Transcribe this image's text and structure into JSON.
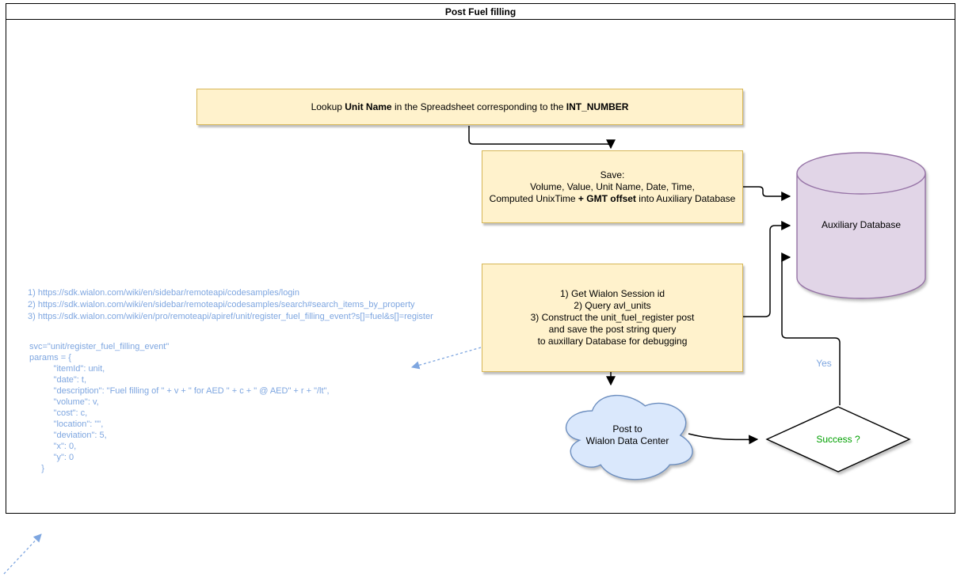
{
  "title": "Post Fuel filling",
  "colors": {
    "process_fill": "#fff2cc",
    "process_border": "#d6b656",
    "database_fill": "#e1d5e7",
    "database_border": "#9673a6",
    "cloud_fill": "#dae8fc",
    "cloud_border": "#6c8ebf",
    "annotation_blue": "#7ea6e0",
    "success_green": "#00a000",
    "connector_black": "#000000"
  },
  "boxes": {
    "lookup": {
      "pre": "Lookup ",
      "bold1": "Unit Name",
      "mid": " in the Spreadsheet corresponding to the ",
      "bold2": "INT_NUMBER"
    },
    "save": {
      "line1": "Save:",
      "line2": "Volume, Value, Unit Name, Date, Time,",
      "line3_pre": "Computed UnixTime ",
      "line3_bold": "+ GMT offset",
      "line3_post": " into Auxiliary Database"
    },
    "wialon_steps": {
      "text": "1) Get Wialon Session id\n2) Query avl_units\n3) Construct the unit_fuel_register post\nand save the post string query\nto auxillary Database for debugging"
    }
  },
  "database": {
    "label": "Auxiliary Database"
  },
  "cloud": {
    "text": "Post to\nWialon Data Center"
  },
  "decision": {
    "label": "Success ?",
    "yes_label": "Yes"
  },
  "links": {
    "items": [
      "1) https://sdk.wialon.com/wiki/en/sidebar/remoteapi/codesamples/login",
      "2) https://sdk.wialon.com/wiki/en/sidebar/remoteapi/codesamples/search#search_items_by_property",
      "3) https://sdk.wialon.com/wiki/en/pro/remoteapi/apiref/unit/register_fuel_filling_event?s[]=fuel&s[]=register"
    ]
  },
  "code": {
    "text": "svc=\"unit/register_fuel_filling_event\"\nparams = {\n          \"itemId\": unit,\n          \"date\": t,\n          \"description\": \"Fuel filling of \" + v + \" for AED \" + c + \" @ AED\" + r + \"/lt\",\n          \"volume\": v,\n          \"cost\": c,\n          \"location\": \"\",\n          \"deviation\": 5,\n          \"x\": 0,\n          \"y\": 0\n     }"
  }
}
